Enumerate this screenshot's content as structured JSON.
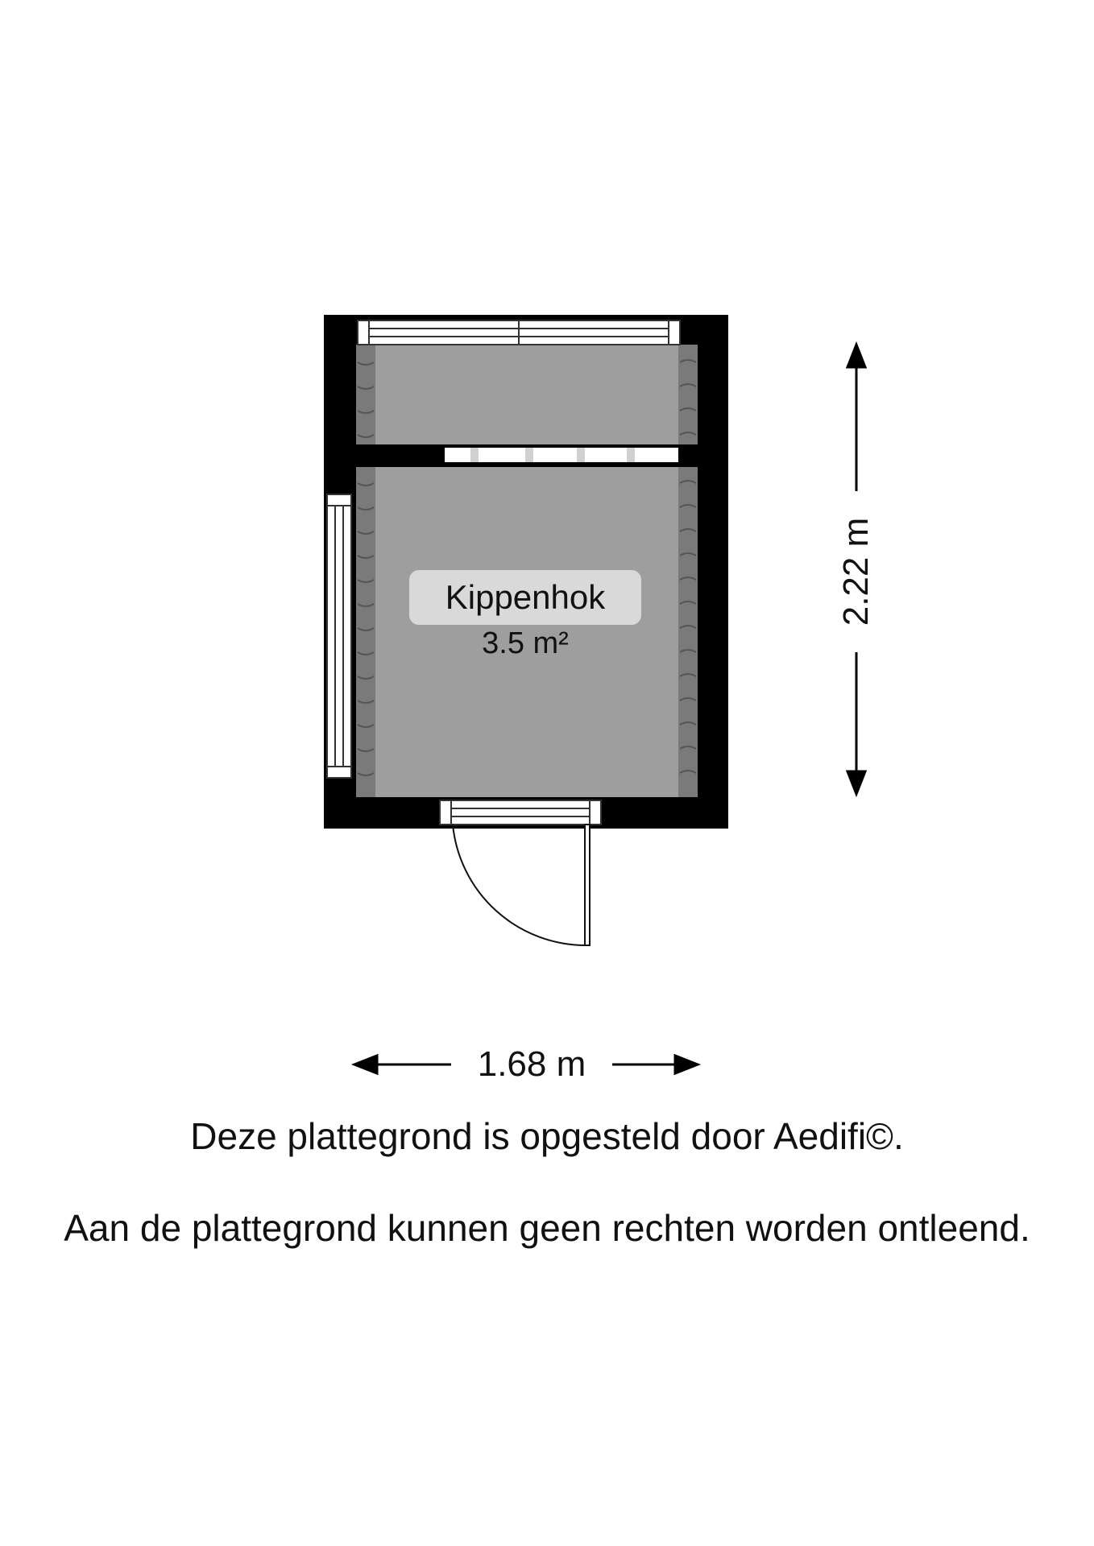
{
  "room": {
    "name": "Kippenhok",
    "area": "3.5 m²"
  },
  "dimensions": {
    "width": "1.68 m",
    "height": "2.22 m"
  },
  "disclaimer": {
    "line1": "Deze plattegrond is opgesteld door Aedifi©.",
    "line2": "Aan de plattegrond kunnen geen rechten worden ontleend."
  },
  "colors": {
    "wall": "#000000",
    "floor": "#9e9e9e",
    "floor_edge": "#7a7a7a",
    "label_bg": "#d9d9d9"
  }
}
